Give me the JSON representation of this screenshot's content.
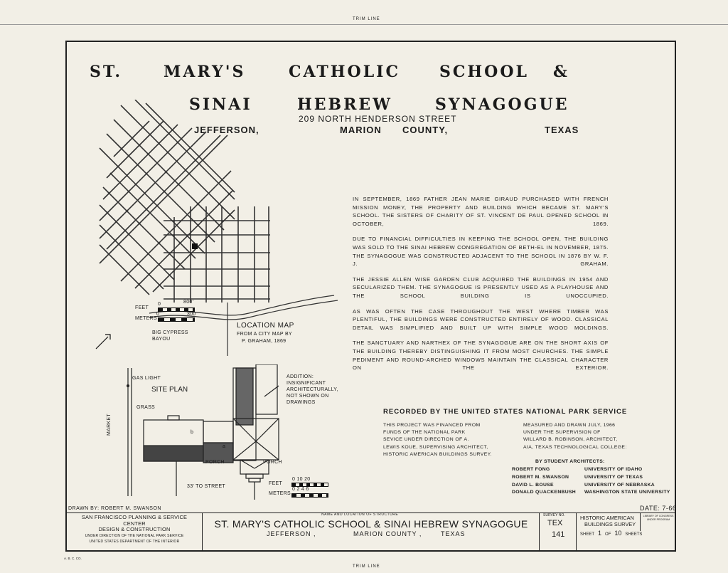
{
  "trim_line": "TRIM LINE",
  "title": {
    "line1": [
      "ST.",
      "MARY'S",
      "CATHOLIC",
      "SCHOOL",
      "&"
    ],
    "line2": [
      "SINAI",
      "HEBREW",
      "SYNAGOGUE"
    ],
    "address": "209 NORTH HENDERSON STREET",
    "line3": [
      "JEFFERSON,",
      "MARION",
      "COUNTY,",
      "TEXAS"
    ]
  },
  "location_map": {
    "scale_feet_label": "FEET",
    "scale_feet_0": "0",
    "scale_feet_max": "800'",
    "scale_meters_label": "METERS",
    "scale_meters_0": "0",
    "scale_meters_max": "300",
    "bayou_label": "BIG CYPRESS\nBAYOU",
    "title": "LOCATION MAP",
    "source_line1": "FROM A CITY MAP BY",
    "source_line2": "P. GRAHAM, 1869"
  },
  "site_plan": {
    "title": "SITE PLAN",
    "gas_light": "GAS LIGHT",
    "grass": "GRASS",
    "market": "MARKET",
    "addition_note": "ADDITION:\nINSIGNIFICANT\nARCHITECTURALLY,\nNOT SHOWN ON\nDRAWINGS",
    "porch_left": "PORCH",
    "porch_right": "PORCH",
    "street_distance": "33' TO STREET",
    "building_letter_b": "b",
    "building_letter_a": "a",
    "scale_feet_label": "FEET",
    "scale_feet_ticks": "0  10  20",
    "scale_meters_label": "METERS",
    "scale_meters_ticks": "0  2  4  6"
  },
  "history_paragraphs": [
    "IN SEPTEMBER, 1869 FATHER JEAN MARIE GIRAUD PURCHASED WITH FRENCH MISSION MONEY, THE PROPERTY AND BUILDING WHICH BECAME ST. MARY'S SCHOOL. THE SISTERS OF CHARITY OF ST. VINCENT DE PAUL OPENED SCHOOL IN OCTOBER, 1869.",
    "DUE TO FINANCIAL DIFFICULTIES IN KEEPING THE SCHOOL OPEN, THE BUILDING WAS SOLD TO THE SINAI HEBREW CONGREGATION OF BETH-EL IN NOVEMBER, 1875. THE SYNAGOGUE WAS CONSTRUCTED ADJACENT TO THE SCHOOL IN 1876 BY W. F. J. GRAHAM.",
    "THE JESSIE ALLEN WISE GARDEN CLUB ACQUIRED THE BUILDINGS IN 1954 AND SECULARIZED THEM. THE SYNAGOGUE IS PRESENTLY USED AS A PLAYHOUSE AND THE SCHOOL BUILDING IS UNOCCUPIED.",
    "AS WAS OFTEN THE CASE THROUGHOUT THE WEST WHERE TIMBER WAS PLENTIFUL, THE BUILDINGS WERE CONSTRUCTED ENTIRELY OF WOOD. CLASSICAL DETAIL WAS SIMPLIFIED AND BUILT UP WITH SIMPLE WOOD MOLDINGS.",
    "THE SANCTUARY AND NARTHEX OF THE SYNAGOGUE ARE ON THE SHORT AXIS OF THE BUILDING THEREBY DISTINGUISHING IT FROM MOST CHURCHES. THE SIMPLE PEDIMENT AND ROUND-ARCHED WINDOWS MAINTAIN THE CLASSICAL CHARACTER ON THE EXTERIOR."
  ],
  "recorded": {
    "header": "RECORDED BY THE UNITED STATES NATIONAL PARK SERVICE",
    "left_lines": [
      "THIS PROJECT WAS FINANCED FROM",
      "FUNDS OF THE NATIONAL PARK",
      "SEVICE UNDER DIRECTION OF A.",
      "LEWIS KOUE, SUPERVISING ARCHITECT,",
      "HISTORIC AMERICAN BUILDINGS SURVEY."
    ],
    "right_lines": [
      "MEASURED AND DRAWN JULY, 1966",
      "UNDER THE SUPERVISION OF",
      "WILLARD B. ROBINSON, ARCHITECT,",
      "AIA, TEXAS TECHNOLOGICAL COLLEGE:"
    ],
    "student_header": "BY STUDENT ARCHITECTS:",
    "students": [
      {
        "name": "ROBERT FONG",
        "school": "UNIVERSITY OF IDAHO"
      },
      {
        "name": "ROBERT M. SWANSON",
        "school": "UNIVERSITY OF TEXAS"
      },
      {
        "name": "DAVID L. BOUSE",
        "school": "UNIVERSITY OF NEBRASKA"
      },
      {
        "name": "DONALD QUACKENBUSH",
        "school": "WASHINGTON STATE UNIVERSITY"
      }
    ]
  },
  "drawn_by": "DRAWN BY: ROBERT M. SWANSON",
  "date": "DATE: 7-66",
  "title_block": {
    "org_line1": "SAN FRANCISCO PLANNING & SERVICE CENTER",
    "org_line2": "DESIGN & CONSTRUCTION",
    "org_line3": "UNDER DIRECTION OF THE NATIONAL PARK SERVICE",
    "org_line4": "UNITED STATES DEPARTMENT OF THE INTERIOR",
    "structure_caption": "NAME AND LOCATION OF STRUCTURE",
    "structure_name": "ST. MARY'S CATHOLIC SCHOOL & SINAI HEBREW SYNAGOGUE",
    "structure_location": [
      "JEFFERSON ,",
      "MARION COUNTY ,",
      "TEXAS"
    ],
    "survey_caption": "SURVEY NO.",
    "survey_state": "TEX",
    "survey_number": "141",
    "habs_line1": "HISTORIC AMERICAN",
    "habs_line2": "BUILDINGS SURVEY",
    "sheet_word": "SHEET",
    "sheet_number": "1",
    "sheet_of": "OF",
    "sheet_total": "10",
    "sheet_suffix": "SHEETS",
    "library_caption": "LIBRARY OF CONGRESS\nUNDER PROGRAM"
  },
  "corner_code": "A. B. C. CO."
}
